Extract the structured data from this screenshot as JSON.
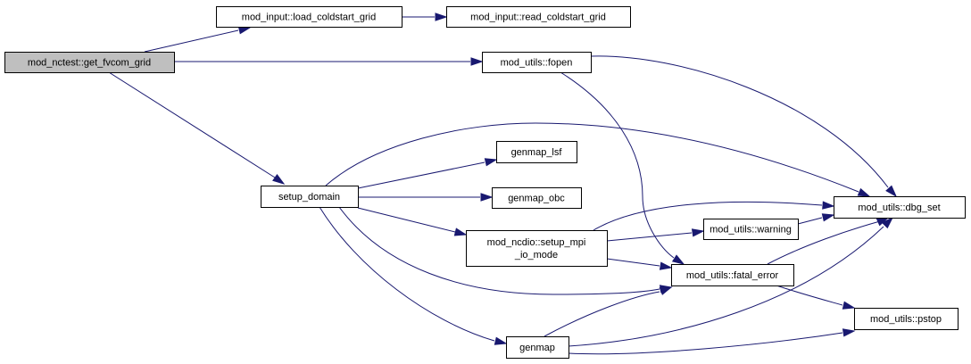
{
  "colors": {
    "edge": "#191970",
    "root_fill": "#bfbfbf",
    "node_fill": "#ffffff",
    "border": "#000000"
  },
  "nodes": {
    "get_fvcom_grid": {
      "lines": [
        "mod_nctest::get_fvcom_grid"
      ],
      "root": true
    },
    "load_coldstart_grid": {
      "lines": [
        "mod_input::load_coldstart_grid"
      ]
    },
    "read_coldstart_grid": {
      "lines": [
        "mod_input::read_coldstart_grid"
      ]
    },
    "fopen": {
      "lines": [
        "mod_utils::fopen"
      ]
    },
    "setup_domain": {
      "lines": [
        "setup_domain"
      ]
    },
    "genmap_lsf": {
      "lines": [
        "genmap_lsf"
      ]
    },
    "genmap_obc": {
      "lines": [
        "genmap_obc"
      ]
    },
    "setup_mpi_io_mode": {
      "lines": [
        "mod_ncdio::setup_mpi",
        "_io_mode"
      ]
    },
    "warning": {
      "lines": [
        "mod_utils::warning"
      ]
    },
    "dbg_set": {
      "lines": [
        "mod_utils::dbg_set"
      ]
    },
    "fatal_error": {
      "lines": [
        "mod_utils::fatal_error"
      ]
    },
    "pstop": {
      "lines": [
        "mod_utils::pstop"
      ]
    },
    "genmap": {
      "lines": [
        "genmap"
      ]
    }
  },
  "edges": [
    {
      "from": "get_fvcom_grid",
      "to": "load_coldstart_grid"
    },
    {
      "from": "load_coldstart_grid",
      "to": "read_coldstart_grid"
    },
    {
      "from": "get_fvcom_grid",
      "to": "fopen"
    },
    {
      "from": "get_fvcom_grid",
      "to": "setup_domain"
    },
    {
      "from": "fopen",
      "to": "dbg_set"
    },
    {
      "from": "fopen",
      "to": "fatal_error"
    },
    {
      "from": "setup_domain",
      "to": "dbg_set"
    },
    {
      "from": "setup_domain",
      "to": "genmap_lsf"
    },
    {
      "from": "setup_domain",
      "to": "genmap_obc"
    },
    {
      "from": "setup_domain",
      "to": "setup_mpi_io_mode"
    },
    {
      "from": "setup_domain",
      "to": "fatal_error"
    },
    {
      "from": "setup_domain",
      "to": "genmap"
    },
    {
      "from": "setup_mpi_io_mode",
      "to": "dbg_set"
    },
    {
      "from": "setup_mpi_io_mode",
      "to": "warning"
    },
    {
      "from": "setup_mpi_io_mode",
      "to": "fatal_error"
    },
    {
      "from": "warning",
      "to": "dbg_set"
    },
    {
      "from": "fatal_error",
      "to": "dbg_set"
    },
    {
      "from": "fatal_error",
      "to": "pstop"
    },
    {
      "from": "genmap",
      "to": "fatal_error"
    },
    {
      "from": "genmap",
      "to": "dbg_set"
    },
    {
      "from": "genmap",
      "to": "pstop"
    }
  ]
}
